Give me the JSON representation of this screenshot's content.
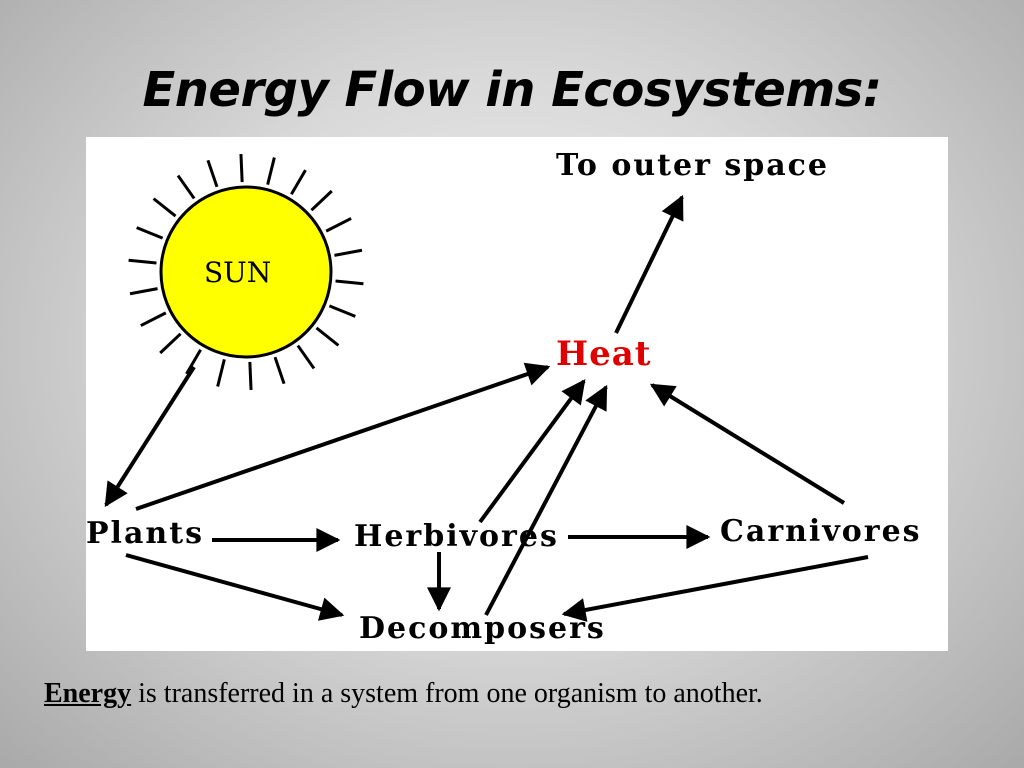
{
  "slide": {
    "title": "Energy Flow in Ecosystems:",
    "caption_term": "Energy",
    "caption_rest": " is transferred in a system from one organism to another."
  },
  "diagram": {
    "nodes": {
      "sun": "SUN",
      "outer_space": "To outer space",
      "heat": "Heat",
      "plants": "Plants",
      "herbivores": "Herbivores",
      "carnivores": "Carnivores",
      "decomposers": "Decomposers"
    },
    "edges": [
      [
        "sun",
        "plants"
      ],
      [
        "plants",
        "heat"
      ],
      [
        "plants",
        "herbivores"
      ],
      [
        "plants",
        "decomposers"
      ],
      [
        "herbivores",
        "carnivores"
      ],
      [
        "herbivores",
        "heat"
      ],
      [
        "herbivores",
        "decomposers"
      ],
      [
        "decomposers",
        "heat"
      ],
      [
        "carnivores",
        "heat"
      ],
      [
        "carnivores",
        "decomposers"
      ],
      [
        "heat",
        "outer_space"
      ]
    ],
    "colors": {
      "sun_fill": "#ffff00",
      "heat_text": "#e00000",
      "arrows": "#000000"
    }
  }
}
